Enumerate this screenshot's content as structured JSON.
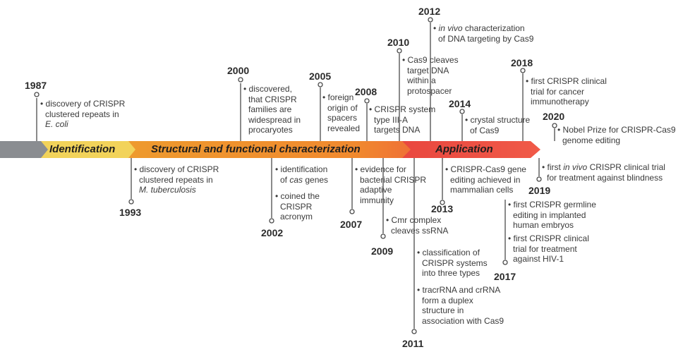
{
  "phases": {
    "identification": "Identification",
    "structural": "Structural and functional characterization",
    "application": "Application"
  },
  "colors": {
    "gray": "#8a8d91",
    "identification": "#f2d35a",
    "structural": "#f0932a",
    "application": "#ec4b3f",
    "line": "#4a4a4a"
  },
  "events": {
    "y1987": {
      "year": "1987",
      "lines": [
        "discovery of CRISPR",
        "clustered repeats in",
        "E. coli"
      ]
    },
    "y1993": {
      "year": "1993",
      "lines": [
        "discovery of CRISPR",
        "clustered repeats in",
        "M. tuberculosis"
      ]
    },
    "y2000": {
      "year": "2000",
      "lines": [
        "discovered,",
        "that CRISPR",
        "families are",
        "widespread in",
        "procaryotes"
      ]
    },
    "y2002": {
      "year": "2002",
      "lines": [
        "identification",
        "of cas genes"
      ],
      "lines2": [
        "coined the",
        "CRISPR",
        "acronym"
      ]
    },
    "y2005": {
      "year": "2005",
      "lines": [
        "foreign",
        "origin of",
        "spacers",
        "revealed"
      ]
    },
    "y2007": {
      "year": "2007",
      "lines": [
        "evidence for",
        "bacterial CRISPR",
        "adaptive",
        "immunity"
      ]
    },
    "y2008": {
      "year": "2008",
      "lines": [
        "CRISPR system",
        "type III-A",
        "targets DNA"
      ]
    },
    "y2009": {
      "year": "2009",
      "lines": [
        "Cmr complex",
        "cleaves ssRNA"
      ]
    },
    "y2010": {
      "year": "2010",
      "lines": [
        "Cas9 cleaves",
        "target DNA",
        "within a",
        "protospacer"
      ]
    },
    "y2011": {
      "year": "2011",
      "lines": [
        "classification of",
        "CRISPR systems",
        "into three types"
      ],
      "lines2": [
        "tracrRNA and crRNA",
        "form a duplex",
        "structure in",
        "association with Cas9"
      ]
    },
    "y2012": {
      "year": "2012",
      "lines": [
        "in vivo characterization",
        "of DNA targeting by Cas9"
      ]
    },
    "y2013": {
      "year": "2013",
      "lines": [
        "CRISPR-Cas9 gene",
        "editing achieved in",
        "mammalian cells"
      ]
    },
    "y2014": {
      "year": "2014",
      "lines": [
        "crystal structure",
        "of Cas9"
      ]
    },
    "y2017": {
      "year": "2017",
      "lines": [
        "first CRISPR germline",
        "editing in implanted",
        "human embryos"
      ],
      "lines2": [
        "first CRISPR clinical",
        "trial for treatment",
        "against HIV-1"
      ]
    },
    "y2018": {
      "year": "2018",
      "lines": [
        "first CRISPR clinical",
        "trial for cancer",
        "immunotherapy"
      ]
    },
    "y2019": {
      "year": "2019",
      "lines": [
        "first in vivo CRISPR clinical trial",
        "for treatment against blindness"
      ]
    },
    "y2020": {
      "year": "2020",
      "lines": [
        "Nobel Prize for CRISPR-Cas9",
        "genome editing"
      ]
    }
  }
}
